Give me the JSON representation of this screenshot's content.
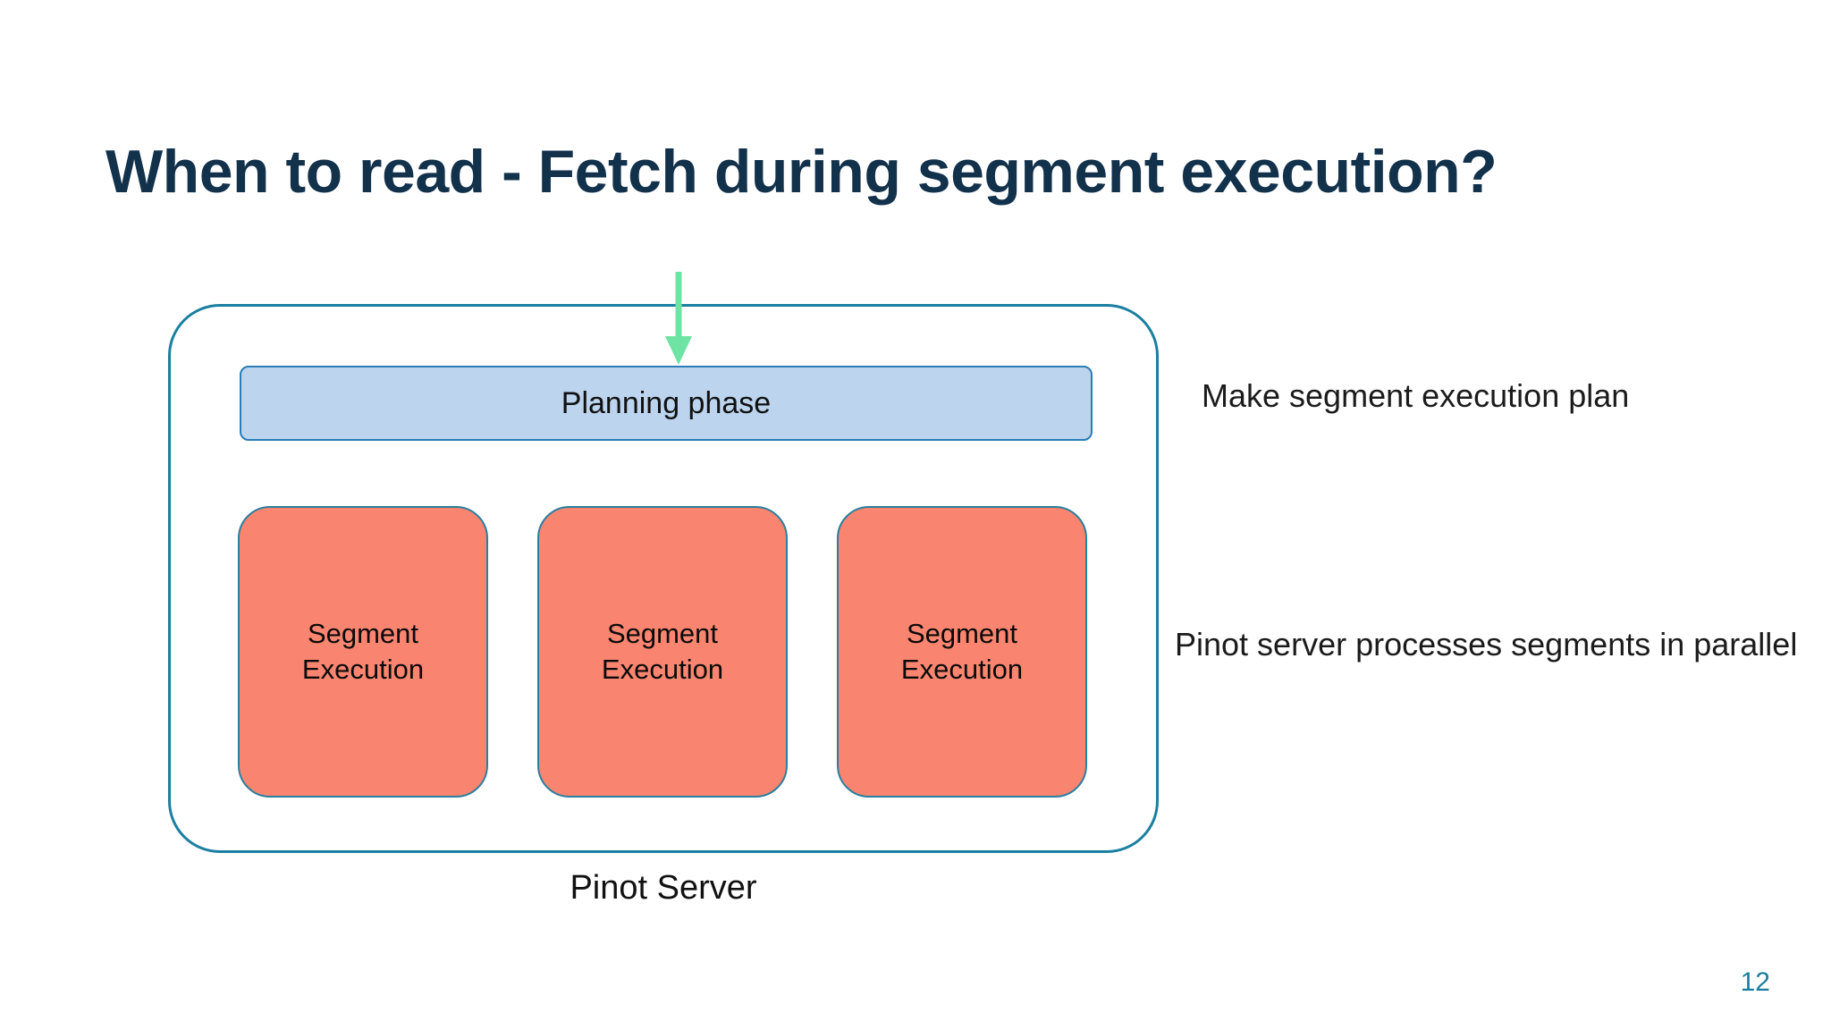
{
  "slide": {
    "title": "When to read - Fetch during segment execution?",
    "page_number": "12",
    "background_color": "#ffffff",
    "title_color": "#12314b",
    "accent_color": "#1a7fa0"
  },
  "diagram": {
    "container": {
      "caption": "Pinot Server",
      "border_color": "#1a7fa0"
    },
    "incoming_arrow": {
      "icon": "down-arrow-icon",
      "color": "#6fe3a4",
      "direction": "down"
    },
    "planning_phase": {
      "label": "Planning phase",
      "fill_color": "#bcd4ee",
      "border_color": "#2b7db5"
    },
    "segments": [
      {
        "label": "Segment\nExecution"
      },
      {
        "label": "Segment\nExecution"
      },
      {
        "label": "Segment\nExecution"
      }
    ],
    "segment_style": {
      "fill_color": "#f98570",
      "border_color": "#2b7f9e"
    }
  },
  "annotations": [
    {
      "text": "Make segment execution plan"
    },
    {
      "text": "Pinot server processes segments in parallel"
    }
  ]
}
